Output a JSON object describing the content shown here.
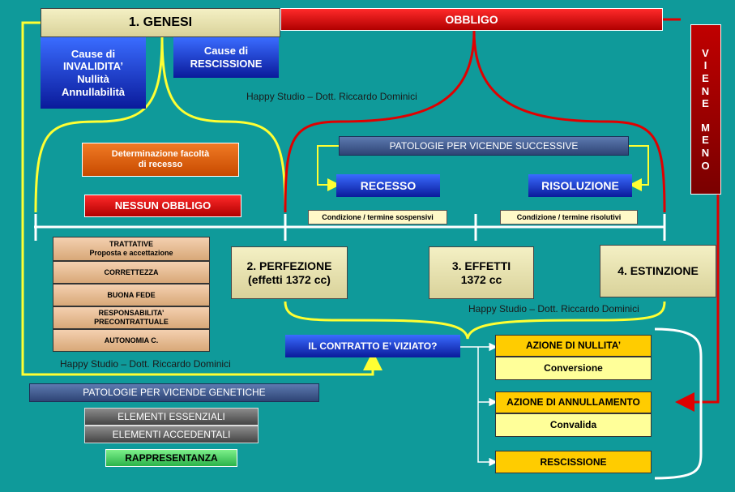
{
  "genesi": "1. GENESI",
  "obbligo": "OBBLIGO",
  "viene_meno": [
    "V",
    "I",
    "E",
    "N",
    "E",
    "",
    "M",
    "E",
    "N",
    "O"
  ],
  "cause_invalidita": [
    "Cause di",
    "INVALIDITA’",
    "Nullità",
    "Annullabilità"
  ],
  "cause_rescissione": [
    "Cause di",
    "RESCISSIONE"
  ],
  "watermark": "Happy Studio – Dott. Riccardo Dominici",
  "determinazione": [
    "Determinazione facoltà",
    "di recesso"
  ],
  "nessun_obbligo": "NESSUN OBBLIGO",
  "patologie_successive": "PATOLOGIE PER VICENDE SUCCESSIVE",
  "recesso": "RECESSO",
  "risoluzione": "RISOLUZIONE",
  "condizione_sospensivi": "Condizione / termine sospensivi",
  "condizione_risolutivi": "Condizione / termine risolutivi",
  "tan_items": [
    [
      "TRATTATIVE",
      "Proposta e accettazione"
    ],
    [
      "CORRETTEZZA"
    ],
    [
      "BUONA FEDE"
    ],
    [
      "RESPONSABILITA’",
      "PRECONTRATTUALE"
    ],
    [
      "AUTONOMIA C."
    ]
  ],
  "perfezione": [
    "2. PERFEZIONE",
    "(effetti 1372 cc)"
  ],
  "effetti": [
    "3. EFFETTI",
    "1372 cc"
  ],
  "estinzione": "4. ESTINZIONE",
  "viziato": "IL CONTRATTO E’ VIZIATO?",
  "azione_nullita": "AZIONE DI NULLITA’",
  "conversione": "Conversione",
  "azione_annullamento": "AZIONE DI ANNULLAMENTO",
  "convalida": "Convalida",
  "rescissione": "RESCISSIONE",
  "patologie_genetiche": "PATOLOGIE PER VICENDE GENETICHE",
  "elementi_essenziali": "ELEMENTI ESSENZIALI",
  "elementi_accidentali": "ELEMENTI ACCEDENTALI",
  "rappresentanza": "RAPPRESENTANZA",
  "colors": {
    "background": "#0f9a9a",
    "yellow_line": "#ffff33",
    "red_line": "#e00000",
    "white_line": "#ffffff"
  }
}
